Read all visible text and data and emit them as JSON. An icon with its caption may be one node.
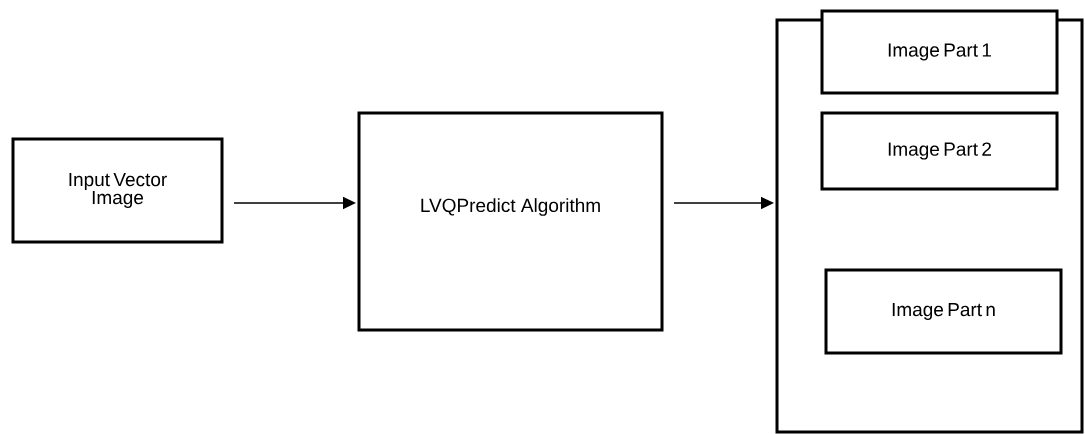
{
  "diagram": {
    "nodes": [
      {
        "text": [
          "Input Vector Image"
        ]
      },
      {
        "text": [
          "LVQPredict Algorithm"
        ]
      },
      {
        "text": [],
        "shape": "box"
      },
      {
        "text": [
          "Image Part 1"
        ]
      },
      {
        "text": [
          "Image Part 2"
        ],
        "in": 2
      },
      {
        "text": [
          "Image Part n"
        ],
        "in": 2
      }
    ],
    "edges": [
      {
        "from": 0,
        "to": 1,
        "arrow": "to"
      },
      {
        "from": 1,
        "to": 2,
        "arrow": "to"
      }
    ]
  }
}
